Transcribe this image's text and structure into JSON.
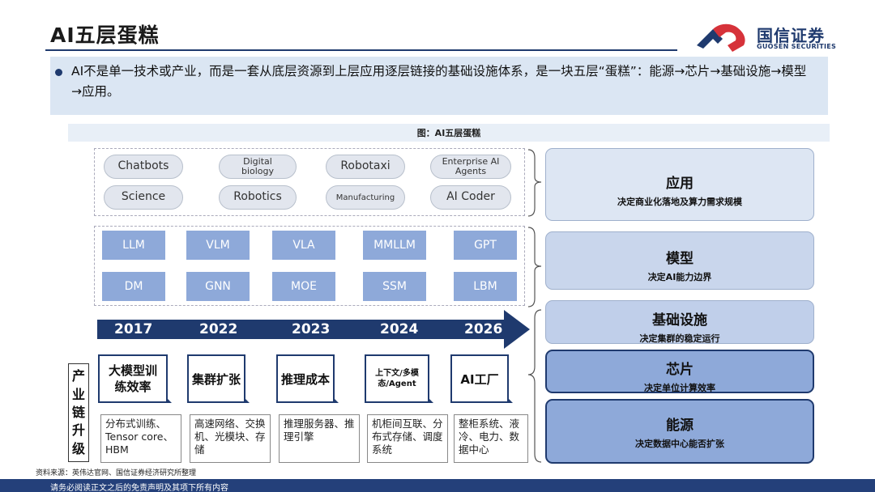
{
  "header": {
    "title": "AI五层蛋糕",
    "logo_cn": "国信证券",
    "logo_en": "GUOSEN SECURITIES"
  },
  "summary": {
    "text": "AI不是单一技术或产业，而是一套从底层资源到上层应用逐层链接的基础设施体系，是一块五层“蛋糕”：能源→芯片→基础设施→模型→应用。"
  },
  "figure": {
    "title": "图：AI五层蛋糕",
    "apps": [
      "Chatbots",
      "Digital biology",
      "Robotaxi",
      "Enterprise AI Agents",
      "Science",
      "Robotics",
      "Manufacturing",
      "AI Coder"
    ],
    "models": [
      "LLM",
      "VLM",
      "VLA",
      "MMLLM",
      "GPT",
      "DM",
      "GNN",
      "MOE",
      "SSM",
      "LBM"
    ],
    "layers": [
      {
        "name": "应用",
        "desc": "决定商业化落地及算力需求规模"
      },
      {
        "name": "模型",
        "desc": "决定AI能力边界"
      },
      {
        "name": "基础设施",
        "desc": "决定集群的稳定运行"
      },
      {
        "name": "芯片",
        "desc": "决定单位计算效率"
      },
      {
        "name": "能源",
        "desc": "决定数据中心能否扩张"
      }
    ],
    "years": [
      "2017",
      "2022",
      "2023",
      "2024",
      "2026"
    ],
    "side_label": [
      "产",
      "业",
      "链",
      "升",
      "级"
    ],
    "stages": [
      "大模型训练效率",
      "集群扩张",
      "推理成本",
      "上下文/多模态/Agent",
      "AI工厂"
    ],
    "details": [
      "分布式训练、Tensor core、HBM",
      "高速网络、交换机、光模块、存储",
      "推理服务器、推理引擎",
      "机柜间互联、分布式存储、调度系统",
      "整柜系统、液冷、电力、数据中心"
    ]
  },
  "source": "资料来源：英伟达官网、国信证券经济研究所整理",
  "footer": "请务必阅读正文之后的免责声明及其项下所有内容",
  "colors": {
    "brand_navy": "#1f3a6e",
    "brand_red": "#d6323a",
    "model_blue": "#8ea9d9",
    "summary_bg": "#dbe6f3"
  }
}
